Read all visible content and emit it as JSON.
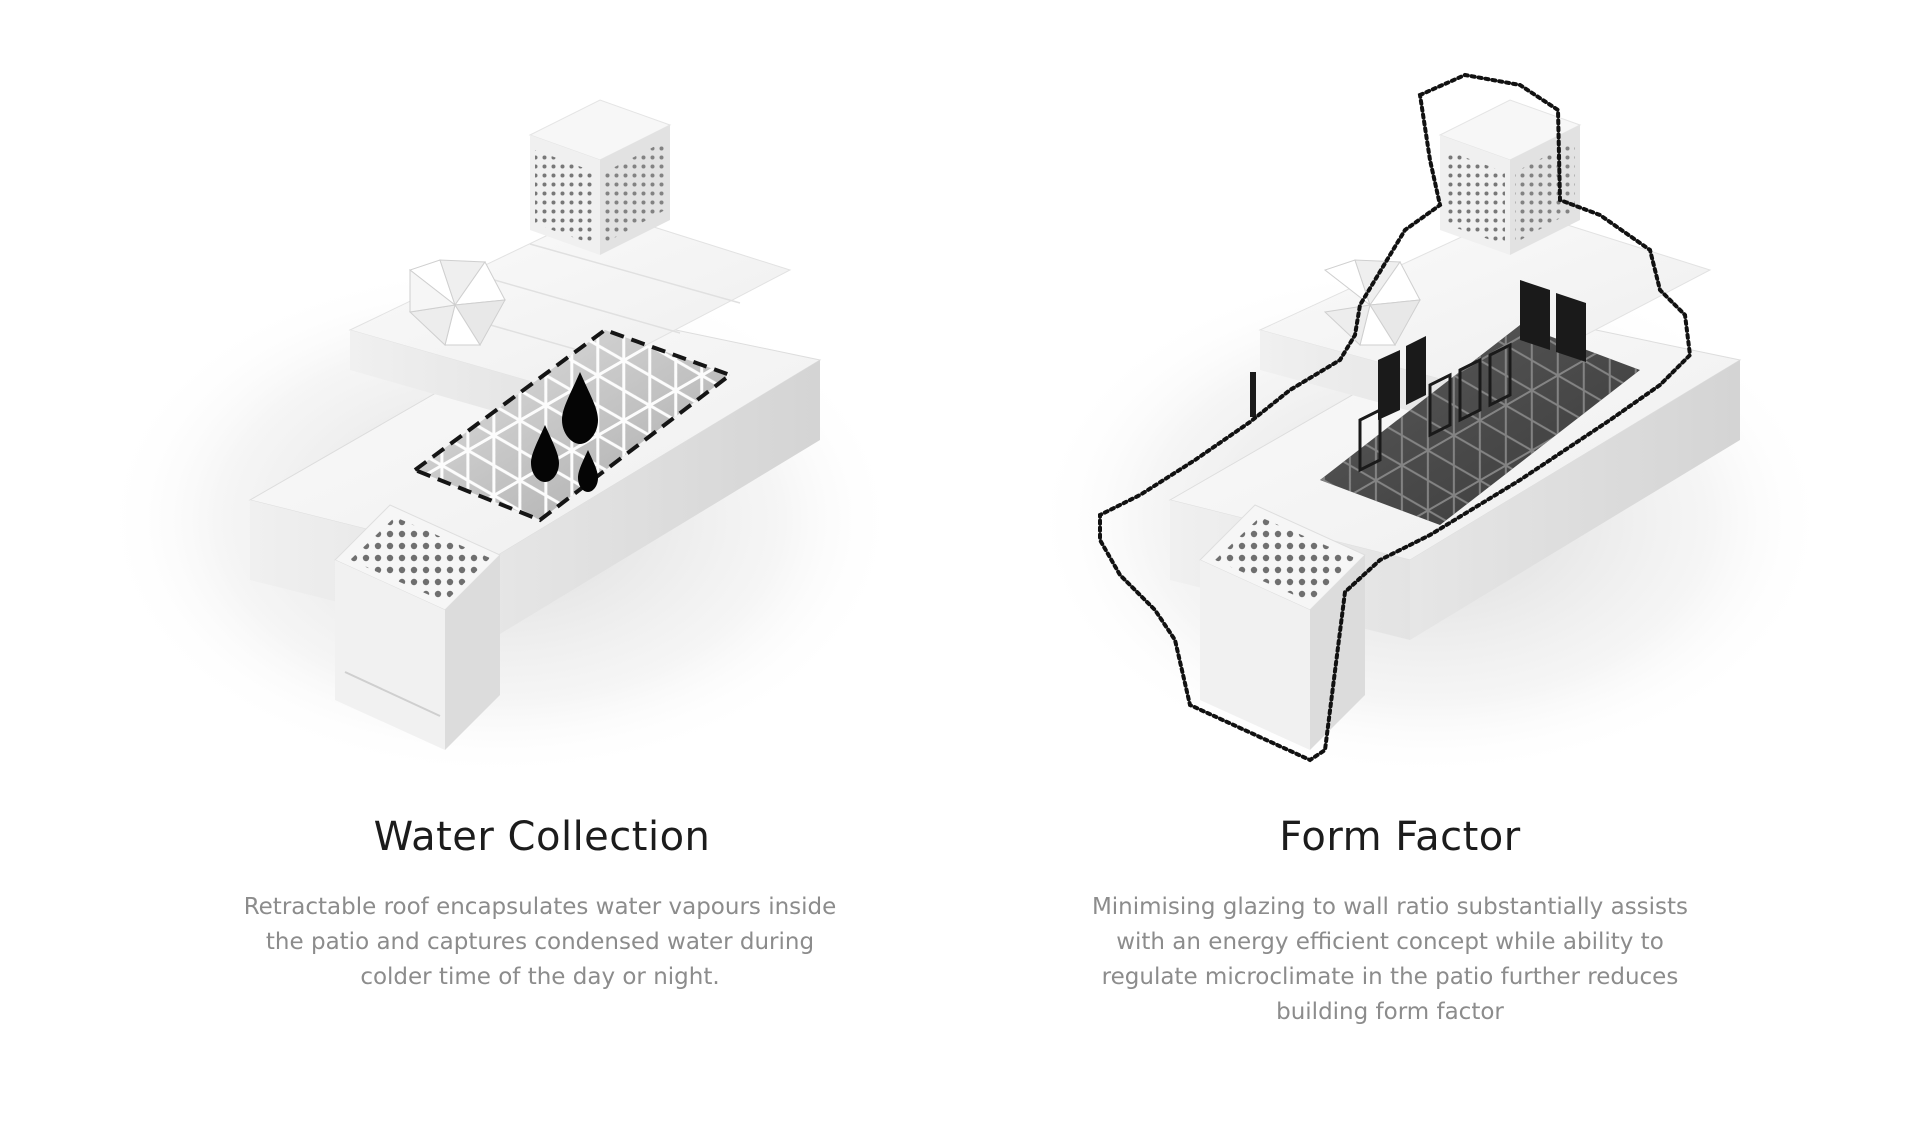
{
  "diagrams": [
    {
      "title": "Water Collection",
      "description": "Retractable roof encapsulates water vapours inside\nthe patio and captures condensed water during\ncolder time of the day or night."
    },
    {
      "title": "Form Factor",
      "description": "Minimising glazing to wall ratio substantially assists\nwith an energy efficient concept while ability to\nregulate microclimate in the patio further reduces\nbuilding form factor"
    }
  ],
  "colors": {
    "background": "#ffffff",
    "model_white": "#f4f4f4",
    "model_shadow": "#d9d9d9",
    "outline": "#111111",
    "patio_glass_dark": "#4a4a4a",
    "patio_glass_light": "#bdbdbd",
    "caption_text": "#8c8c8c"
  }
}
